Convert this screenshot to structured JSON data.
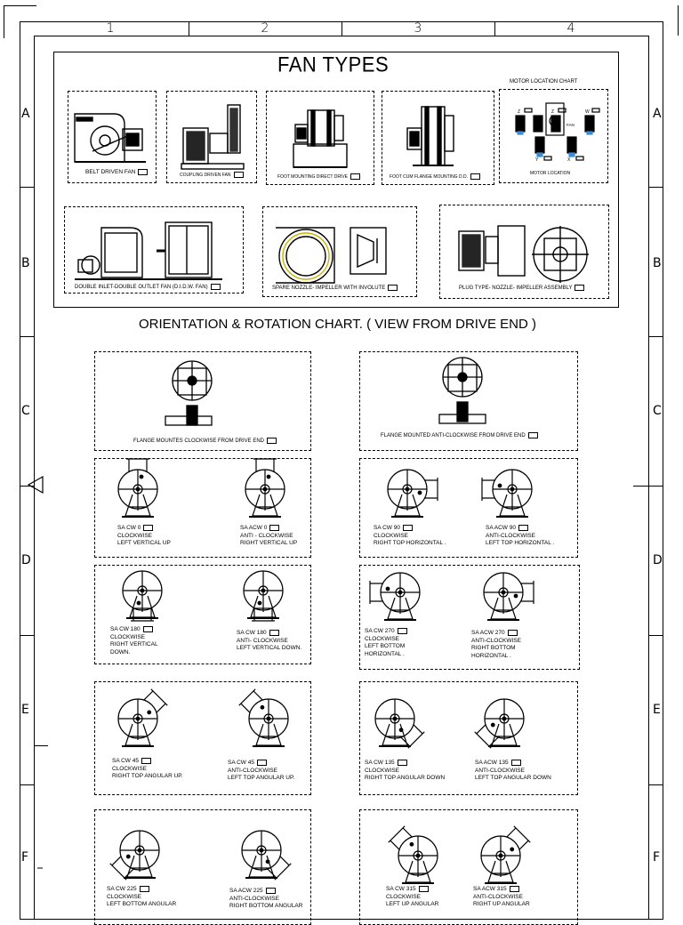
{
  "grid": {
    "columns": [
      "1",
      "2",
      "3",
      "4"
    ],
    "rows": [
      "A",
      "B",
      "C",
      "D",
      "E",
      "F"
    ]
  },
  "fan_types": {
    "title": "FAN TYPES",
    "motor_chart_title": "MOTOR LOCATION CHART",
    "motor_location_label": "MOTOR LOCATION",
    "motor_positions": [
      "Z",
      "Z",
      "W",
      "Y",
      "X"
    ],
    "fan_label": "FAN",
    "items": [
      "BELT DRIVEN FAN",
      "COUPLING DRIVEN FAN",
      "FOOT MOUNTING DIRECT DRIVE",
      "FOOT CUM FLANGE MOUNTING D.D.",
      "DOUBLE INLET-DOUBLE OUTLET FAN (D.I.D.W. FAN)",
      "SPARE NOZZLE- IMPELLER WITH INVOLUTE",
      "PLUG TYPE- NOZZLE- IMPELLER ASSEMBLY"
    ]
  },
  "orientation": {
    "title": "ORIENTATION & ROTATION CHART.  ( VIEW FROM DRIVE END )",
    "flange_left": "FLANGE MOUNTES CLOCKWISE FROM DRIVE END",
    "flange_right": "FLANGE MOUNTED ANTI-CLOCKWISE FROM DRIVE END",
    "cells": [
      {
        "code": "SA CW 0",
        "lines": [
          "CLOCKWISE",
          "LEFT VERTICAL UP"
        ]
      },
      {
        "code": "SA ACW 0",
        "lines": [
          "ANTI - CLOCKWISE",
          "RIGHT VERTICAL UP"
        ]
      },
      {
        "code": "SA CW 90",
        "lines": [
          "CLOCKWISE",
          "RIGHT TOP HORIZONTAL ."
        ]
      },
      {
        "code": "SA ACW 90",
        "lines": [
          "ANTI-CLOCKWISE",
          "LEFT TOP HORIZONTAL ."
        ]
      },
      {
        "code": "SA CW 180",
        "lines": [
          "CLOCKWISE",
          "RIGHT VERTICAL",
          "DOWN."
        ]
      },
      {
        "code": "SA CW 180",
        "lines": [
          "ANTI- CLOCKWISE",
          "LEFT VERTICAL DOWN."
        ]
      },
      {
        "code": "SA CW 270",
        "lines": [
          "CLOCKWISE",
          "LEFT BOTTOM",
          "HORIZONTAL ."
        ]
      },
      {
        "code": "SA ACW 270",
        "lines": [
          "ANTI-CLOCKWISE",
          "RIGHT BOTTOM",
          "HORIZONTAL ."
        ]
      },
      {
        "code": "SA CW 45",
        "lines": [
          "CLOCKWISE",
          "RIGHT TOP ANGULAR UP."
        ]
      },
      {
        "code": "SA CW 45",
        "lines": [
          "ANTI-CLOCKWISE",
          "LEFT TOP ANGULAR UP."
        ]
      },
      {
        "code": "SA CW 135",
        "lines": [
          "CLOCKWISE",
          "RIGHT TOP ANGULAR DOWN"
        ]
      },
      {
        "code": "SA ACW 135",
        "lines": [
          "ANTI-CLOCKWISE",
          "LEFT TOP ANGULAR DOWN"
        ]
      },
      {
        "code": "SA CW 225",
        "lines": [
          "CLOCKWISE",
          "LEFT BOTTOM ANGULAR"
        ]
      },
      {
        "code": "SA ACW 225",
        "lines": [
          "ANTI-CLOCKWISE",
          "RIGHT BOTTOM ANGULAR"
        ]
      },
      {
        "code": "SA CW 315",
        "lines": [
          "CLOCKWISE",
          "LEFT UP ANGULAR"
        ]
      },
      {
        "code": "SA ACW 315",
        "lines": [
          "ANTI-CLOCKWISE",
          "RIGHT UP ANGULAR"
        ]
      }
    ]
  }
}
